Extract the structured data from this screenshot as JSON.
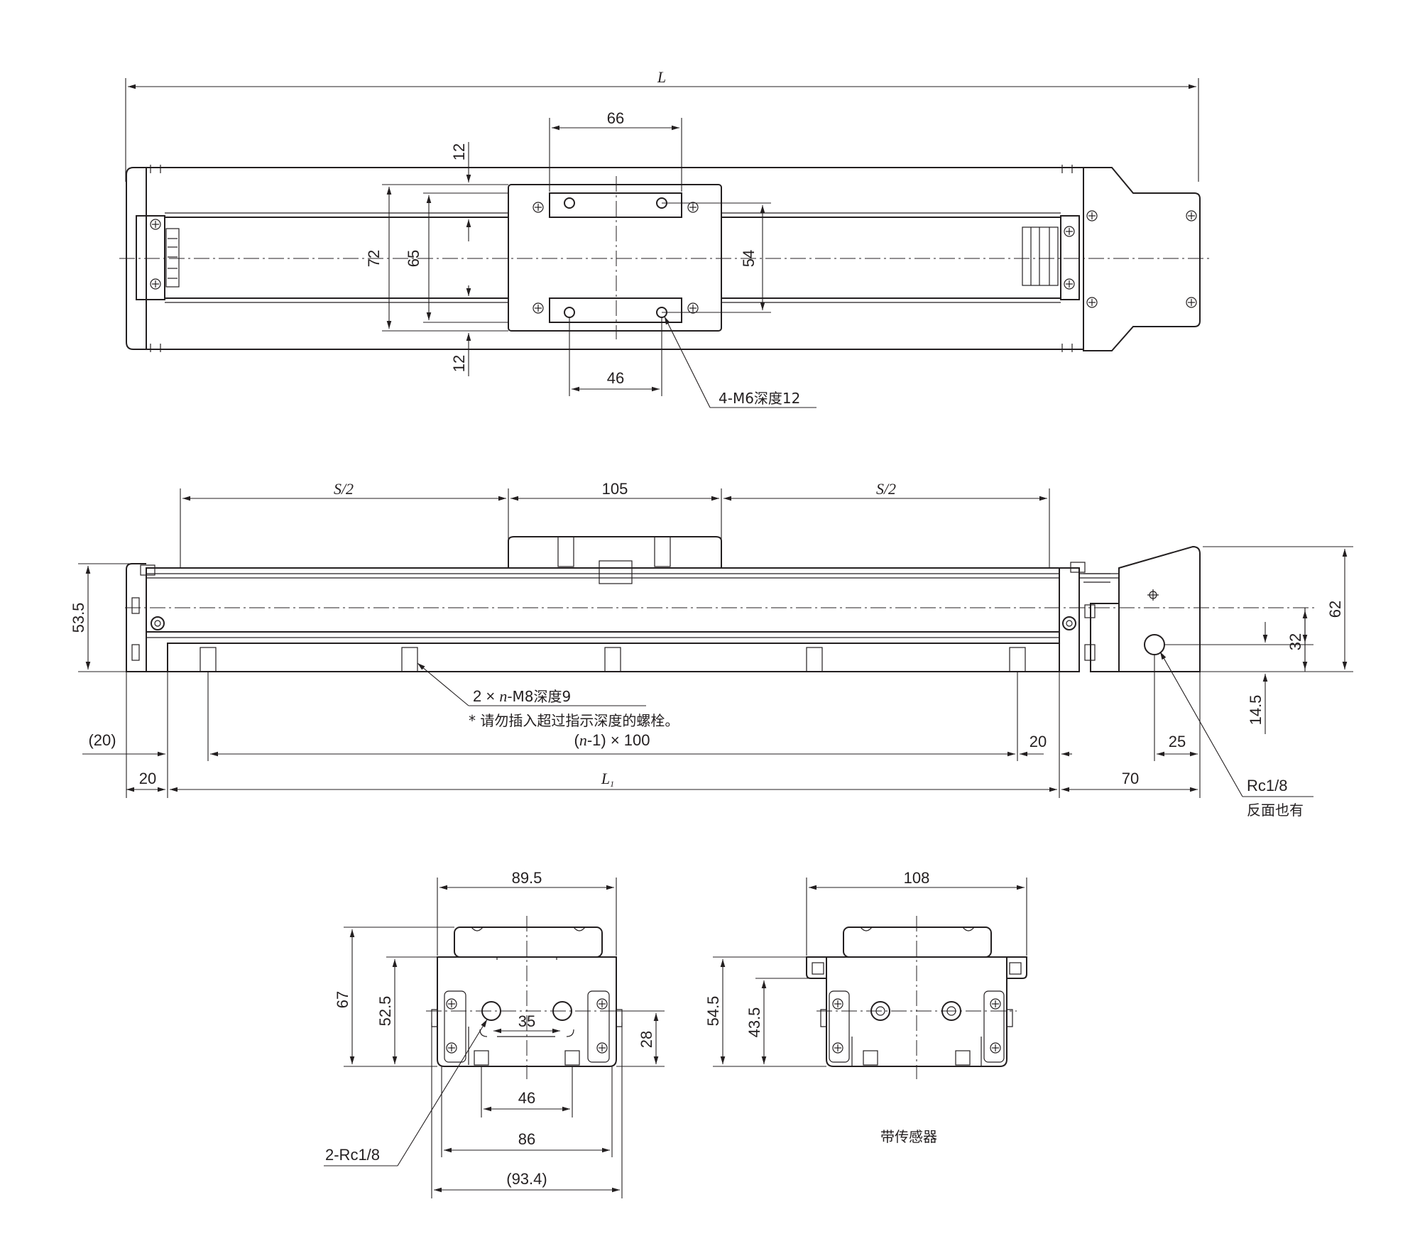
{
  "top_view": {
    "overall_length": "L",
    "carriage_bolt_pitch_x": "66",
    "edge_12_top": "12",
    "edge_12_bottom": "12",
    "height_72": "72",
    "height_65": "65",
    "bolt_pitch_54": "54",
    "bolt_pitch_46": "46",
    "tapped_holes": "4-M6深度12"
  },
  "side_view": {
    "half_stroke_left": "S/2",
    "carriage_length": "105",
    "half_stroke_right": "S/2",
    "height_53_5": "53.5",
    "height_62": "62",
    "height_32": "32",
    "height_14_5": "14.5",
    "mount_holes_prefix": "2 × ",
    "mount_holes_n": "n",
    "mount_holes_suffix": "-M8深度9",
    "bolt_warning": "* 请勿插入超过指示深度的螺栓。",
    "pitch_open": "(",
    "pitch_n": "n",
    "pitch_close": "-1) × 100",
    "left_offset": "(20)",
    "right_20": "20",
    "left_20": "20",
    "body_length_L": "L",
    "body_length_sub": "1",
    "motor_70": "70",
    "port_25": "25",
    "port_label": "Rc1/8",
    "port_note": "反面也有"
  },
  "end_view": {
    "width_89_5": "89.5",
    "height_67": "67",
    "height_52_5": "52.5",
    "port_pitch_35": "35",
    "port_height_28": "28",
    "hole_pitch_46": "46",
    "width_86": "86",
    "width_93_4": "(93.4)",
    "ports": "2-Rc1/8"
  },
  "sensor_view": {
    "width_108": "108",
    "height_54_5": "54.5",
    "height_43_5": "43.5",
    "caption": "带传感器"
  }
}
